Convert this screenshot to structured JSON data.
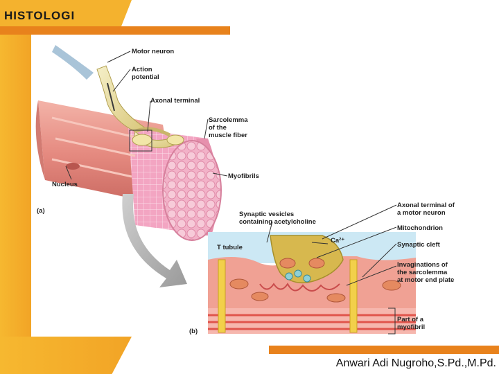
{
  "slide": {
    "title": "HISTOLOGI",
    "author": "Anwari Adi Nugroho,S.Pd.,M.Pd."
  },
  "diagram": {
    "panel_a": {
      "tag": "(a)",
      "labels": {
        "motor_neuron": "Motor neuron",
        "action_potential_1": "Action",
        "action_potential_2": "potential",
        "axonal_terminal": "Axonal terminal",
        "sarcolemma_1": "Sarcolemma",
        "sarcolemma_2": "of the",
        "sarcolemma_3": "muscle fiber",
        "nucleus": "Nucleus",
        "myofibrils": "Myofibrils"
      }
    },
    "panel_b": {
      "tag": "(b)",
      "labels": {
        "synaptic_vesicles_1": "Synaptic vesicles",
        "synaptic_vesicles_2": "containing acetylcholine",
        "t_tubule": "T tubule",
        "calcium": "Ca²⁺",
        "axonal_terminal_motor_1": "Axonal terminal of",
        "axonal_terminal_motor_2": "a motor neuron",
        "mitochondrion": "Mitochondrion",
        "synaptic_cleft": "Synaptic cleft",
        "invaginations_1": "Invaginations of",
        "invaginations_2": "the sarcolemma",
        "invaginations_3": "at motor end plate",
        "part_myofibril_1": "Part of a",
        "part_myofibril_2": "myofibril"
      }
    }
  }
}
